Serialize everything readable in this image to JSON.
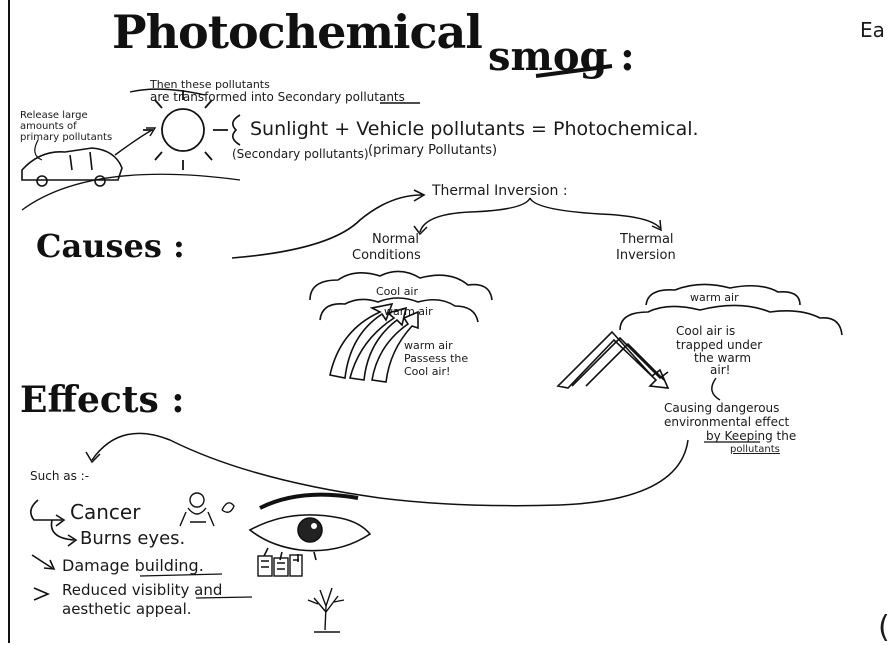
{
  "title": {
    "word1": "Photochemical",
    "word2": "smog",
    "colon": ":"
  },
  "corner_text": "Ea",
  "corner_bottom": "(",
  "intro": {
    "transform_note_line1": "Then these pollutants",
    "transform_note_line2": "are transformed into Secondary pollutants",
    "release_note": [
      "Release large",
      "amounts of",
      "primary pollutants"
    ],
    "equation": "Sunlight + Vehicle pollutants = Photochemical.",
    "secondary_label": "(Secondary pollutants)",
    "primary_label": "(primary Pollutants)"
  },
  "causes": {
    "heading": "Causes :",
    "thermal_title": "Thermal Inversion :",
    "normal_label": [
      "Normal",
      "Conditions"
    ],
    "inversion_label": [
      "Thermal",
      "Inversion"
    ],
    "cool_air": "Cool air",
    "warm_air_left": "warm air",
    "warm_passes": [
      "warm air",
      "Passess the",
      "Cool air!"
    ],
    "warm_air_right": "warm air",
    "cool_trapped": [
      "Cool air is",
      "trapped under",
      "the warm",
      "air!"
    ],
    "causing_effect": [
      "Causing dangerous",
      "environmental effect",
      "by Keeping the",
      "pollutants"
    ]
  },
  "effects": {
    "heading": "Effects :",
    "such_as": "Such as :-",
    "items": [
      "Cancer",
      "Burns eyes.",
      "Damage building.",
      "Reduced visiblity and",
      "aesthetic appeal."
    ]
  }
}
